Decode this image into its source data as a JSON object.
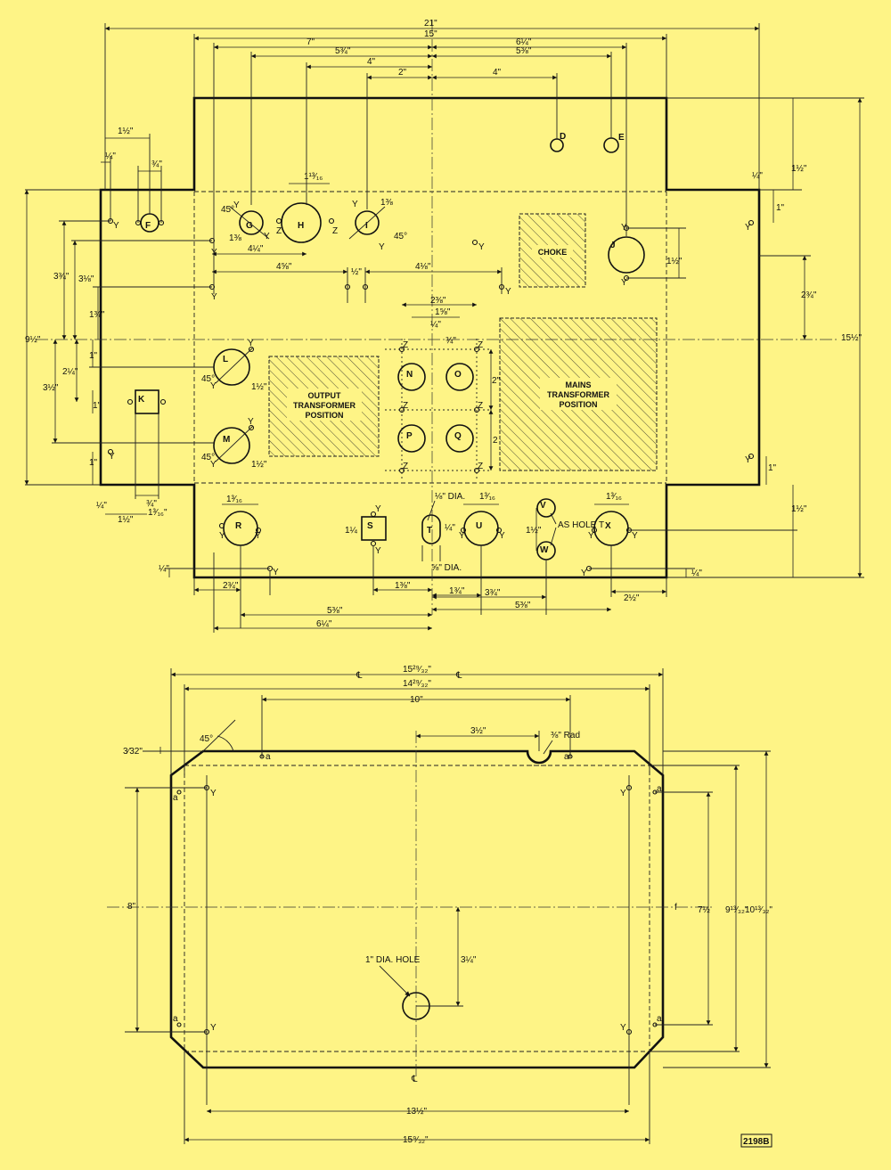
{
  "drawing_no": "2198B",
  "top_dims": {
    "overall": "21\"",
    "inner": "15\"",
    "d7": "7\"",
    "d5_3_4": "5¾\"",
    "d4_left": "4\"",
    "d2": "2\"",
    "d6_1_4": "6¼\"",
    "d5_3_8": "5⅜\"",
    "d4_right": "4\"",
    "height": "15½\"",
    "h9_1_2": "9½\"",
    "h3_3_4": "3¾\"",
    "h3_1_8": "3⅛\"",
    "h1_3_8": "1⅜\"",
    "h2_1_4": "2¼\"",
    "h3_1_2": "3½\"",
    "h1": "1\"",
    "w1_1_2_a": "1½\"",
    "w1_4": "¼\"",
    "w3_4": "¾\"",
    "g1_13_16": "1¹³⁄₁₆",
    "g1_3_8a": "1⅜",
    "g1_3_8b": "1⅜",
    "d4_1_4": "4¼\"",
    "d4_5_8": "4⅝\"",
    "d4_1_8": "4⅛\"",
    "d1_2": "½\"",
    "n2_3_8": "2⅜\"",
    "n1_5_8": "1⅝\"",
    "n1_4": "¼\"",
    "n3_4": "¾\"",
    "n2a": "2\"",
    "n2b": "2",
    "j1_1_2": "1½\"",
    "r2_3_4": "2¾\"",
    "r1_4": "¼\"",
    "r1": "1\"",
    "r1_1_2": "1½\"",
    "lm1_1_2a": "1½\"",
    "lm1_1_2b": "1½\"",
    "ang45": "45°",
    "b1_1_2": "1½\"",
    "b1_3_16": "1³⁄₁₆\"",
    "r1_3_16": "1³⁄₁₆",
    "u1_3_16": "1³⁄₁₆",
    "x1_3_16": "1³⁄₁₆",
    "t1_4dia": "⅛\" DIA.",
    "t5_8dia": "⅝\" DIA.",
    "as_hole_t": "AS HOLE T",
    "s1_1_4": "1¼",
    "v1_1_2": "1½\"",
    "bl2_3_4": "2¾\"",
    "bl5_3_8": "5⅜\"",
    "bl6_1_4": "6¼\"",
    "bl1_3_8": "1⅜\"",
    "bl1_3_4": "1¾\"",
    "bl3_3_4": "3¾\"",
    "bl5_3_8b": "5⅜\"",
    "bl2_1_2": "2½\"",
    "bl1_4a": "¼\"",
    "bl1_4b": "¼\""
  },
  "holes": {
    "D": "D",
    "E": "E",
    "F": "F",
    "G": "G",
    "H": "H",
    "I": "I",
    "J": "J",
    "K": "K",
    "L": "L",
    "M": "M",
    "N": "N",
    "O": "O",
    "P": "P",
    "Q": "Q",
    "R": "R",
    "S": "S",
    "T": "T",
    "U": "U",
    "V": "V",
    "W": "W",
    "X": "X",
    "Y": "Y",
    "Z": "Z"
  },
  "areas": {
    "choke": "CHOKE",
    "output_l1": "OUTPUT",
    "output_l2": "TRANSFORMER",
    "output_l3": "POSITION",
    "mains_l1": "MAINS",
    "mains_l2": "TRANSFORMER",
    "mains_l3": "POSITION"
  },
  "bottom_dims": {
    "w15_29_32": "15²⁹⁄₃₂\"",
    "w14_29_32": "14²⁹⁄₃₂\"",
    "w10": "10\"",
    "d3_1_2": "3½\"",
    "rad": "⅜\" Rad",
    "ang45": "45°",
    "c3_32": "3⁄32\"",
    "h8": "8\"",
    "h7_1_2": "7½",
    "h9_13_32": "9¹³⁄₃₂\"",
    "h10_13_32": "10¹³⁄₃₂\"",
    "h3_1_4": "3¼\"",
    "hole_label": "1\" DIA. HOLE",
    "w13_1_2": "13½\"",
    "w15_9_32": "15⁹⁄₃₂\"",
    "cl": "℄",
    "a": "a",
    "f": "f"
  }
}
